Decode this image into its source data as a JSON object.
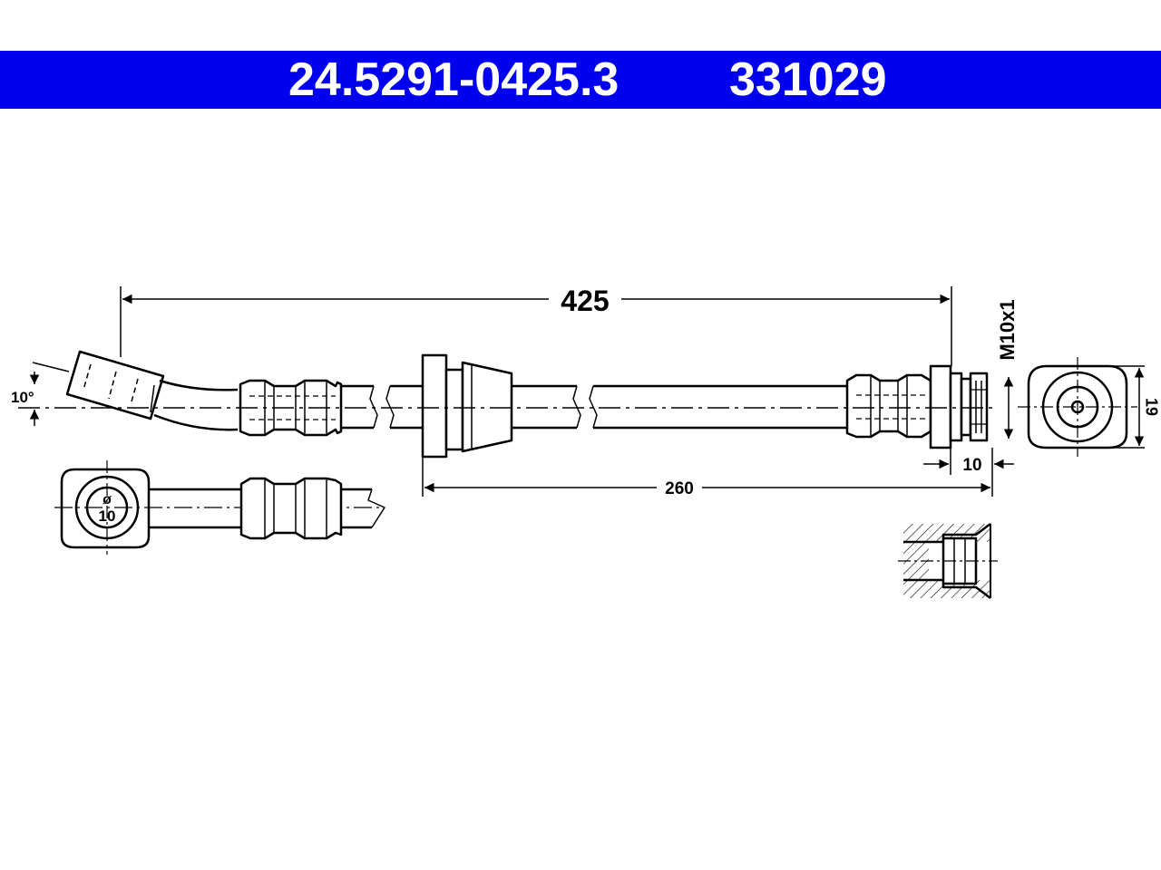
{
  "header": {
    "part_number": "24.5291-0425.3",
    "article_code": "331029",
    "background": "#0000ee",
    "text_color": "#ffffff"
  },
  "dimensions": {
    "total_length": "425",
    "partial_length": "260",
    "thread": "M10x1",
    "fitting_width": "19",
    "thread_length": "10",
    "bend_angle": "10°",
    "banjo_bore_symbol": "ø",
    "banjo_bore": "10"
  }
}
